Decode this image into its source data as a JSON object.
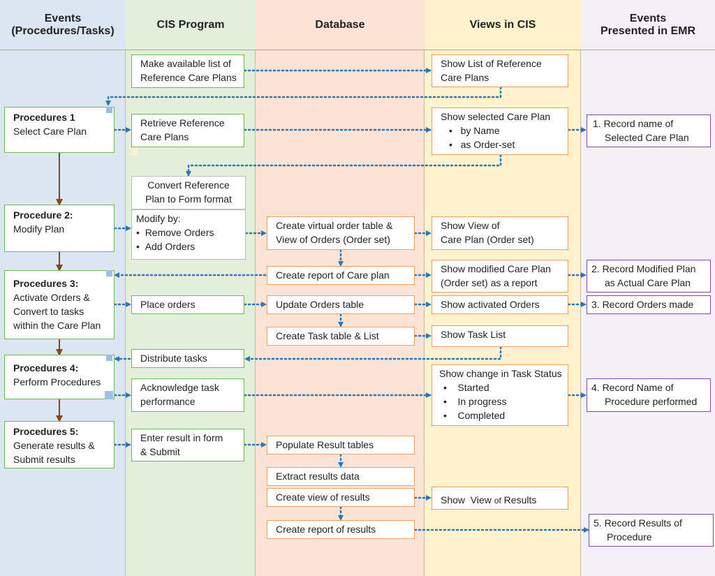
{
  "headers": {
    "events": [
      "Events",
      "(Procedures/Tasks)"
    ],
    "cis": "CIS Program",
    "db": "Database",
    "views": "Views in CIS",
    "emr": [
      "Events",
      "Presented in EMR"
    ]
  },
  "procedures": {
    "p1": {
      "title": "Procedures 1",
      "sub": [
        "Select Care Plan"
      ]
    },
    "p2": {
      "title": "Procedure 2:",
      "sub": [
        "Modify Plan"
      ]
    },
    "p3": {
      "title": "Procedures 3:",
      "sub": [
        "Activate Orders &",
        "Convert to tasks",
        "within the Care Plan"
      ]
    },
    "p4": {
      "title": "Procedures 4:",
      "sub": [
        "Perform Procedures"
      ]
    },
    "p5": {
      "title": "Procedures 5:",
      "sub": [
        "Generate results &",
        "Submit results"
      ]
    }
  },
  "cis": {
    "make_list": [
      "Make available list of",
      "Reference Care Plans"
    ],
    "retrieve": [
      "Retrieve Reference",
      "Care Plans"
    ],
    "convert": [
      "Convert Reference",
      "Plan to Form format"
    ],
    "modify": {
      "title": "Modify by:",
      "items": [
        "Remove Orders",
        "Add Orders"
      ]
    },
    "place": "Place orders",
    "distribute": "Distribute tasks",
    "acknowledge": [
      "Acknowledge task",
      "performance"
    ],
    "enter": [
      "Enter result in form",
      "& Submit"
    ]
  },
  "db": {
    "virtual": [
      "Create virtual order table &",
      "View of Orders (Order set)"
    ],
    "report_plan": "Create report of Care plan",
    "update": "Update Orders table",
    "task_table": "Create Task table & List",
    "populate": "Populate Result tables",
    "extract": "Extract results data",
    "view_results": "Create view of results",
    "report_results": "Create report of results"
  },
  "views": {
    "list": [
      "Show List of Reference",
      "Care Plans"
    ],
    "selected": {
      "title": "Show selected Care Plan",
      "items": [
        "by Name",
        "as Order-set"
      ]
    },
    "view_plan": [
      "Show View of",
      "Care Plan (Order set)"
    ],
    "modified": [
      "Show modified Care Plan",
      "(Order set) as a report"
    ],
    "activated": "Show activated Orders",
    "task_list": "Show Task List",
    "status": {
      "title": "Show change in Task Status",
      "items": [
        "Started",
        "In progress",
        "Completed"
      ]
    },
    "results_a": "Show  View ",
    "results_b": "of",
    "results_c": " Results"
  },
  "emr": {
    "e1": [
      "1. Record name of",
      "Selected Care Plan"
    ],
    "e2": [
      "2. Record Modified Plan",
      "as Actual Care Plan"
    ],
    "e3": "3. Record Orders made",
    "e4": [
      "4. Record Name of",
      "Procedure performed"
    ],
    "e5": [
      "5. Record Results of",
      "Procedure"
    ]
  },
  "colors": {
    "lane_events": "#dce6f2",
    "lane_cis": "#e2efda",
    "lane_db": "#fbe3d6",
    "lane_views": "#fff2cc",
    "lane_emr": "#f4f0f8",
    "arrow": "#2e75b6",
    "flow": "#8b4513"
  }
}
